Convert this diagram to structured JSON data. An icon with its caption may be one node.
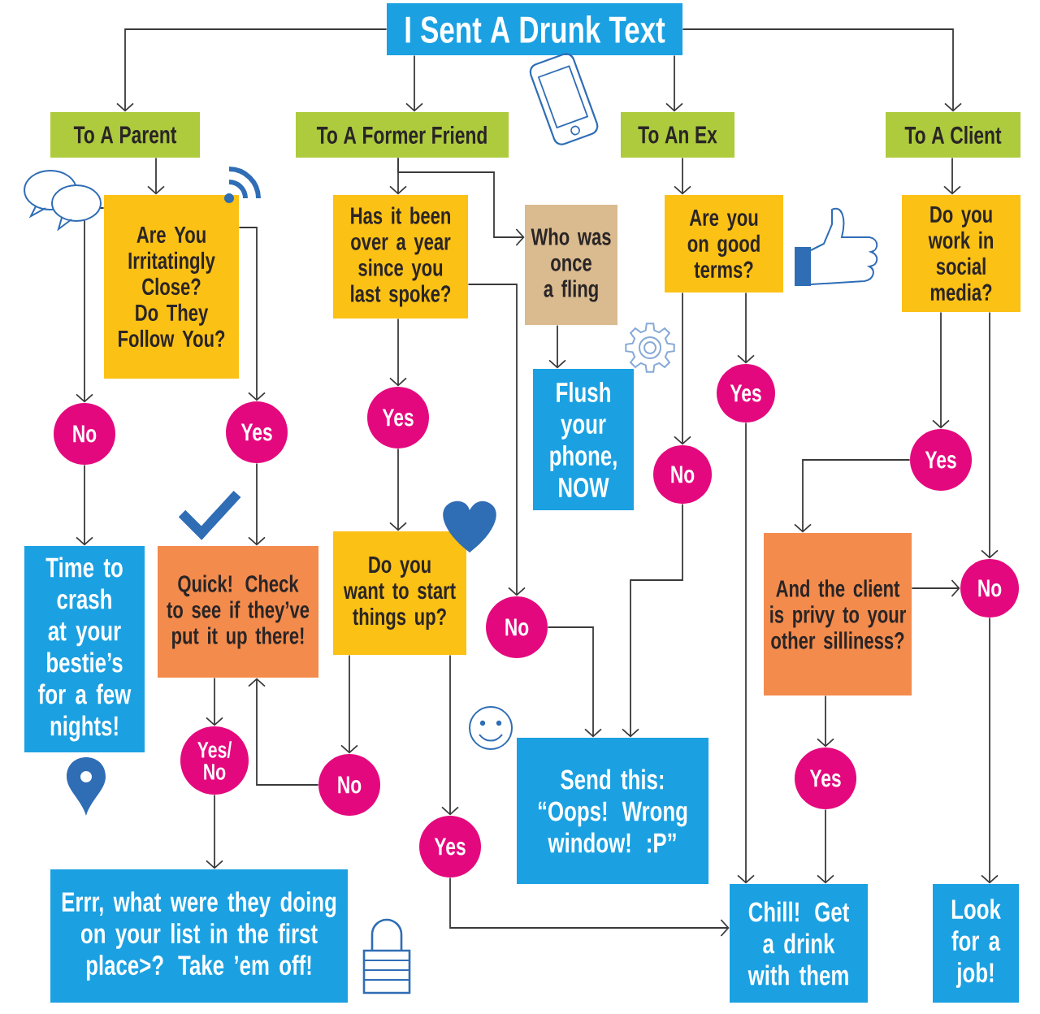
{
  "diagram": {
    "nodes": [
      {
        "text": [
          "I Sent A Drunk Text"
        ]
      },
      {
        "text": [
          "To A Parent"
        ]
      },
      {
        "text": [
          "To A Former Friend"
        ]
      },
      {
        "text": [
          "To An Ex"
        ]
      },
      {
        "text": [
          "To A Client"
        ]
      },
      {
        "text": [
          "Are You Irritatingly Close? Do They Follow You?"
        ]
      },
      {
        "text": [
          "Has it been over a year since you last spoke?"
        ]
      },
      {
        "text": [
          "Who was once a fling"
        ]
      },
      {
        "text": [
          "Are you on good terms?"
        ]
      },
      {
        "text": [
          "Do you work in social media?"
        ]
      },
      {
        "text": [
          "No"
        ]
      },
      {
        "text": [
          "Yes"
        ]
      },
      {
        "text": [
          "Yes"
        ]
      },
      {
        "text": [
          "Flush your phone, NOW"
        ]
      },
      {
        "text": [
          "No"
        ]
      },
      {
        "text": [
          "Yes"
        ]
      },
      {
        "text": [
          "Yes"
        ]
      },
      {
        "text": [
          "Time to crash at your bestie’s for a few nights!"
        ]
      },
      {
        "text": [
          "Quick! Check to see if they’ve put it up there!"
        ]
      },
      {
        "text": [
          "Do you want to start things up?"
        ]
      },
      {
        "text": [
          "No"
        ]
      },
      {
        "text": [
          "And the client is privy to your other silliness?"
        ]
      },
      {
        "text": [
          "No"
        ]
      },
      {
        "text": [
          "Send this: “Oops! Wrong window! :P”"
        ]
      },
      {
        "text": [
          "Yes/ No"
        ]
      },
      {
        "text": [
          "No"
        ]
      },
      {
        "text": [
          "Yes"
        ]
      },
      {
        "text": [
          "Yes"
        ]
      },
      {
        "text": [
          "Errr, what were they doing on your list in the first place>? Take ’em off!"
        ]
      },
      {
        "text": [
          "Chill! Get a drink with them"
        ]
      },
      {
        "text": [
          "Look for a job!"
        ]
      }
    ],
    "edges": [
      {
        "from": 0,
        "to": 1,
        "arrow": "to"
      },
      {
        "from": 0,
        "to": 2,
        "arrow": "to"
      },
      {
        "from": 0,
        "to": 3,
        "arrow": "to"
      },
      {
        "from": 0,
        "to": 4,
        "arrow": "to"
      },
      {
        "from": 1,
        "to": 5,
        "arrow": "to"
      },
      {
        "from": 2,
        "to": 6,
        "arrow": "to"
      },
      {
        "from": 2,
        "to": 7,
        "arrow": "to"
      },
      {
        "from": 3,
        "to": 8,
        "arrow": "to"
      },
      {
        "from": 4,
        "to": 9,
        "arrow": "to"
      },
      {
        "from": 5,
        "to": 10,
        "arrow": "to"
      },
      {
        "from": 5,
        "to": 11,
        "arrow": "to"
      },
      {
        "from": 6,
        "to": 12,
        "arrow": "to"
      },
      {
        "from": 6,
        "to": 20,
        "arrow": "to"
      },
      {
        "from": 7,
        "to": 13,
        "arrow": "to"
      },
      {
        "from": 8,
        "to": 14,
        "arrow": "to"
      },
      {
        "from": 8,
        "to": 15,
        "arrow": "to"
      },
      {
        "from": 9,
        "to": 16,
        "arrow": "to"
      },
      {
        "from": 9,
        "to": 22,
        "arrow": "to"
      },
      {
        "from": 10,
        "to": 17,
        "arrow": "to"
      },
      {
        "from": 11,
        "to": 18,
        "arrow": "to"
      },
      {
        "from": 12,
        "to": 19,
        "arrow": "to"
      },
      {
        "from": 18,
        "to": 24,
        "arrow": "to"
      },
      {
        "from": 19,
        "to": 25,
        "arrow": "to"
      },
      {
        "from": 19,
        "to": 27,
        "arrow": "to"
      },
      {
        "from": 25,
        "to": 18,
        "arrow": "to"
      },
      {
        "from": 24,
        "to": 28,
        "arrow": "to"
      },
      {
        "from": 20,
        "to": 23,
        "arrow": "to"
      },
      {
        "from": 14,
        "to": 23,
        "arrow": "to"
      },
      {
        "from": 15,
        "to": 29,
        "arrow": "to"
      },
      {
        "from": 16,
        "to": 21,
        "arrow": "to"
      },
      {
        "from": 21,
        "to": 22,
        "arrow": "to"
      },
      {
        "from": 21,
        "to": 26,
        "arrow": "to"
      },
      {
        "from": 26,
        "to": 29,
        "arrow": "to"
      },
      {
        "from": 27,
        "to": 29,
        "arrow": "to"
      },
      {
        "from": 22,
        "to": 30,
        "arrow": "to"
      }
    ]
  }
}
